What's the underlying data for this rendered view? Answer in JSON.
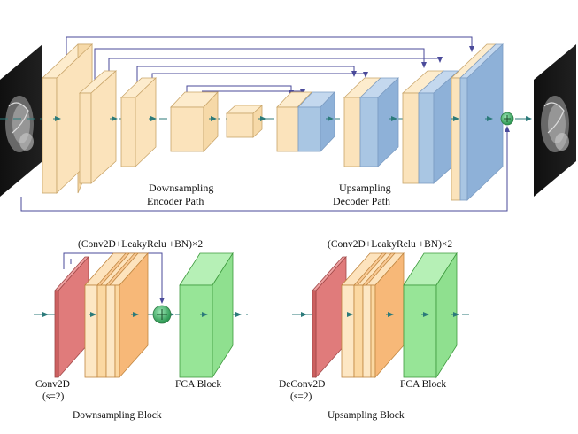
{
  "top_diagram": {
    "encoder_label_line1": "Downsampling",
    "encoder_label_line2": "Encoder Path",
    "decoder_label_line1": "Upsampling",
    "decoder_label_line2": "Decoder Path"
  },
  "downsampling_block": {
    "formula": "(Conv2D+LeakyRelu +BN)×2",
    "conv_label_line1": "Conv2D",
    "conv_label_line2": "(s=2)",
    "fca_label": "FCA Block",
    "title": "Downsampling  Block"
  },
  "upsampling_block": {
    "formula": "(Conv2D+LeakyRelu +BN)×2",
    "deconv_label_line1": "DeConv2D",
    "deconv_label_line2": "(s=2)",
    "fca_label": "FCA Block",
    "title": "Upsampling Block"
  },
  "colors": {
    "encoder_block": "#fbe3bb",
    "decoder_block": "#a9c6e3",
    "conv_red": "#e07b7b",
    "orange": "#f7b878",
    "green": "#8fe08f",
    "arrow_teal": "#2b7a7a",
    "skip_purple": "#4a4a9a",
    "add_green": "#48b46c"
  }
}
